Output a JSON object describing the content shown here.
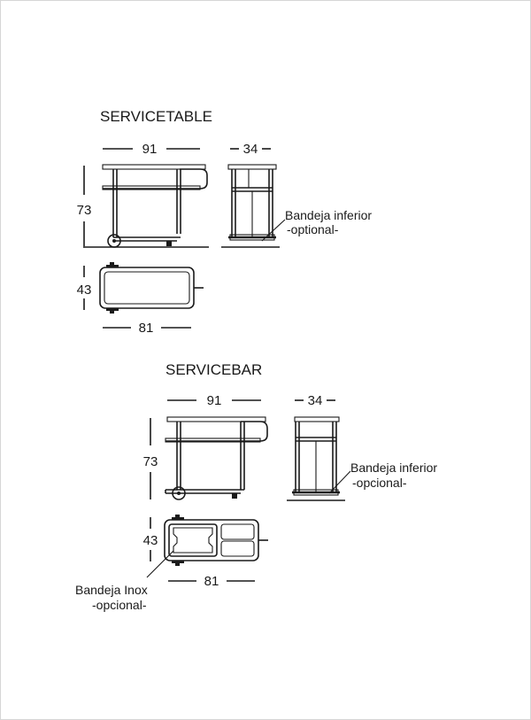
{
  "colors": {
    "line": "#1a1a1a",
    "background": "#ffffff",
    "frame": "#d6d6d6"
  },
  "servicetable": {
    "title": "SERVICETABLE",
    "width": "91",
    "depth": "34",
    "height": "73",
    "top_depth": "43",
    "base_width": "81",
    "option_label_line1": "Bandeja inferior",
    "option_label_line2": "-optional-"
  },
  "servicebar": {
    "title": "SERVICEBAR",
    "width": "91",
    "depth": "34",
    "height": "73",
    "top_depth": "43",
    "base_width": "81",
    "option_label_line1": "Bandeja inferior",
    "option_label_line2": "-opcional-",
    "inox_label_line1": "Bandeja Inox",
    "inox_label_line2": "-opcional-"
  }
}
